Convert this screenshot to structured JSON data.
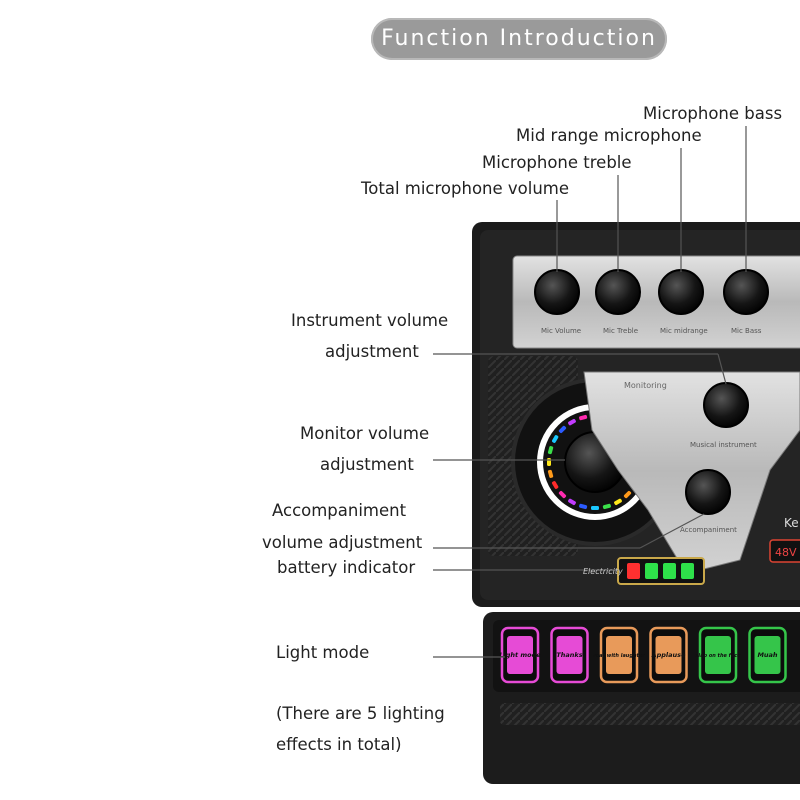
{
  "header": {
    "title": "Function Introduction"
  },
  "top_labels": {
    "mic_bass": "Microphone bass",
    "mid_range": "Mid range microphone",
    "mic_treble": "Microphone treble",
    "total_mic_volume": "Total microphone volume"
  },
  "side_labels": {
    "instrument_volume_1": "Instrument volume",
    "instrument_volume_2": "adjustment",
    "monitor_volume_1": "Monitor volume",
    "monitor_volume_2": "adjustment",
    "accompaniment_1": "Accompaniment",
    "accompaniment_2": "volume adjustment",
    "battery": "battery indicator",
    "light_mode": "Light mode",
    "note_1": "(There are 5 lighting",
    "note_2": "effects in total)"
  },
  "device": {
    "knob_labels": [
      "Mic Volume",
      "Mic Treble",
      "Mic midrange",
      "Mic Bass"
    ],
    "monitoring_label": "Monitoring",
    "instrument_knob_label": "Musical instrument",
    "accompaniment_knob_label": "Accompaniment",
    "electricity_label": "Electricity",
    "phantom_label": "48V",
    "partial_text": "Ke",
    "buttons": [
      {
        "label": "Light mode",
        "color": "#e64bd6"
      },
      {
        "label": "Thanks",
        "color": "#e64bd6"
      },
      {
        "label": "roar with laughter",
        "color": "#e89a5a"
      },
      {
        "label": "Applause",
        "color": "#e89a5a"
      },
      {
        "label": "slap on the face",
        "color": "#35c54a"
      },
      {
        "label": "Muah",
        "color": "#35c54a"
      }
    ],
    "ring_colors": [
      "#ff2b2b",
      "#ff9a1a",
      "#ffe81a",
      "#3be04a",
      "#1ac8ff",
      "#2b5bff",
      "#c23bff",
      "#ff2bb0"
    ]
  },
  "colors": {
    "title_bg": "#9a9a9a",
    "device_body": "#1b1b1b",
    "plate": "#c4c4c4"
  }
}
